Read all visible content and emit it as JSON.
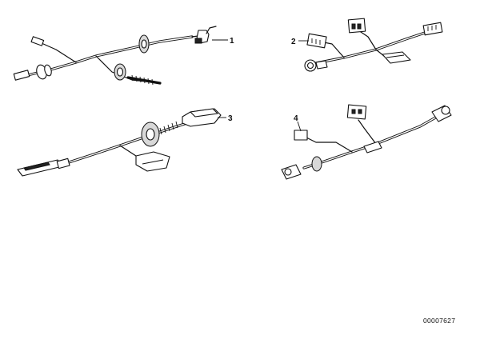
{
  "diagram": {
    "callouts": [
      {
        "id": "1",
        "label": "1"
      },
      {
        "id": "2",
        "label": "2"
      },
      {
        "id": "3",
        "label": "3"
      },
      {
        "id": "4",
        "label": "4"
      }
    ],
    "document_number": "00007627"
  }
}
